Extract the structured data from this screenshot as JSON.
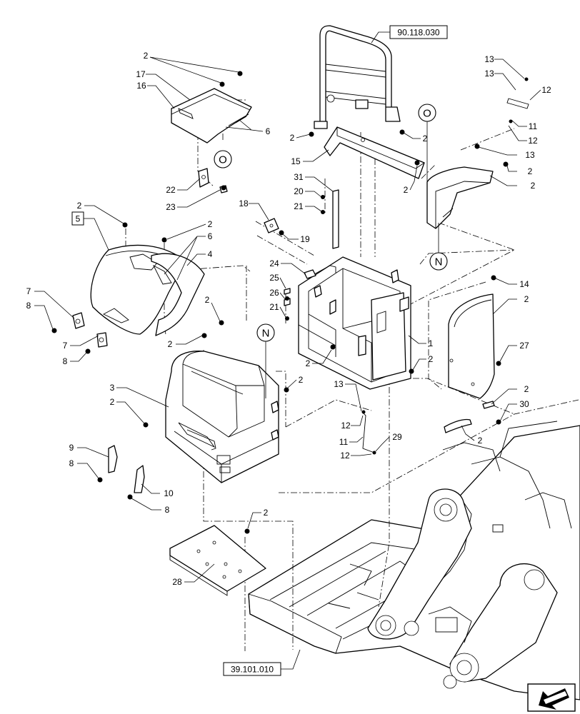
{
  "references": [
    {
      "id": "ref-top",
      "text": "90.118.030"
    },
    {
      "id": "ref-bottom",
      "text": "39.101.010"
    }
  ],
  "boxed_callout": "5",
  "view_markers": {
    "o": "O",
    "n": "N"
  },
  "callouts": [
    {
      "id": "c2-a",
      "text": "2"
    },
    {
      "id": "c17",
      "text": "17"
    },
    {
      "id": "c16",
      "text": "16"
    },
    {
      "id": "c6-a",
      "text": "6"
    },
    {
      "id": "c22",
      "text": "22"
    },
    {
      "id": "c23",
      "text": "23"
    },
    {
      "id": "c2-b",
      "text": "2"
    },
    {
      "id": "c2-c",
      "text": "2"
    },
    {
      "id": "c6-b",
      "text": "6"
    },
    {
      "id": "c4",
      "text": "4"
    },
    {
      "id": "c7-a",
      "text": "7"
    },
    {
      "id": "c8-a",
      "text": "8"
    },
    {
      "id": "c7-b",
      "text": "7"
    },
    {
      "id": "c8-b",
      "text": "8"
    },
    {
      "id": "c2-d",
      "text": "2"
    },
    {
      "id": "c2-e",
      "text": "2"
    },
    {
      "id": "c3",
      "text": "3"
    },
    {
      "id": "c2-f",
      "text": "2"
    },
    {
      "id": "c9",
      "text": "9"
    },
    {
      "id": "c8-c",
      "text": "8"
    },
    {
      "id": "c10",
      "text": "10"
    },
    {
      "id": "c8-d",
      "text": "8"
    },
    {
      "id": "c2-g",
      "text": "2"
    },
    {
      "id": "c28",
      "text": "28"
    },
    {
      "id": "c2-h",
      "text": "2"
    },
    {
      "id": "c15",
      "text": "15"
    },
    {
      "id": "c2-i",
      "text": "2"
    },
    {
      "id": "c2-j",
      "text": "2"
    },
    {
      "id": "c31",
      "text": "31"
    },
    {
      "id": "c20",
      "text": "20"
    },
    {
      "id": "c21-a",
      "text": "21"
    },
    {
      "id": "c18",
      "text": "18"
    },
    {
      "id": "c19",
      "text": "19"
    },
    {
      "id": "c24",
      "text": "24"
    },
    {
      "id": "c25",
      "text": "25"
    },
    {
      "id": "c26",
      "text": "26"
    },
    {
      "id": "c21-b",
      "text": "21"
    },
    {
      "id": "c2-k",
      "text": "2"
    },
    {
      "id": "c1",
      "text": "1"
    },
    {
      "id": "c2-l",
      "text": "2"
    },
    {
      "id": "c2-m",
      "text": "2"
    },
    {
      "id": "c13-a",
      "text": "13"
    },
    {
      "id": "c12-a",
      "text": "12"
    },
    {
      "id": "c11-a",
      "text": "11"
    },
    {
      "id": "c12-b",
      "text": "12"
    },
    {
      "id": "c13-b",
      "text": "13"
    },
    {
      "id": "c13-c",
      "text": "13"
    },
    {
      "id": "c12-c",
      "text": "12"
    },
    {
      "id": "c11-b",
      "text": "11"
    },
    {
      "id": "c12-d",
      "text": "12"
    },
    {
      "id": "c13-d",
      "text": "13"
    },
    {
      "id": "c2-n",
      "text": "2"
    },
    {
      "id": "c2-o",
      "text": "2"
    },
    {
      "id": "c14",
      "text": "14"
    },
    {
      "id": "c2-p",
      "text": "2"
    },
    {
      "id": "c27",
      "text": "27"
    },
    {
      "id": "c2-q",
      "text": "2"
    },
    {
      "id": "c30",
      "text": "30"
    },
    {
      "id": "c2-r",
      "text": "2"
    },
    {
      "id": "c29",
      "text": "29"
    }
  ],
  "icons": {
    "nav": "arrow-next-icon"
  }
}
